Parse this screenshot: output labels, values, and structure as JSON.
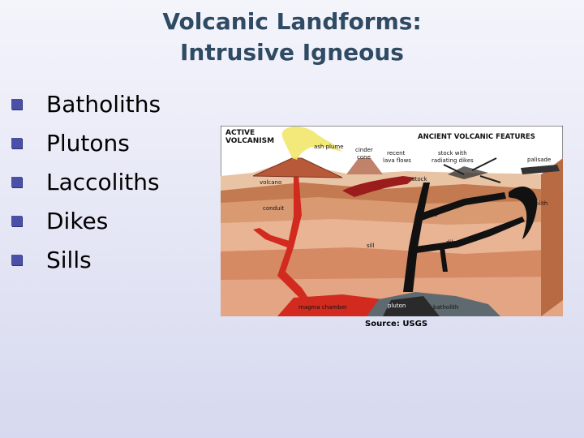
{
  "slide": {
    "title_line1": "Volcanic Landforms:",
    "title_line2": "Intrusive Igneous",
    "bullets": [
      "Batholiths",
      "Plutons",
      "Laccoliths",
      "Dikes",
      "Sills"
    ],
    "source": "Source: USGS"
  },
  "figure": {
    "heading_left_1": "ACTIVE",
    "heading_left_2": "VOLCANISM",
    "heading_right": "ANCIENT VOLCANIC FEATURES",
    "labels": {
      "ash_plume": "ash plume",
      "cinder_cone_1": "cinder",
      "cinder_cone_2": "cone",
      "recent_lava_1": "recent",
      "recent_lava_2": "lava flows",
      "stock_radiating_1": "stock with",
      "stock_radiating_2": "radiating dikes",
      "palisade": "palisade",
      "volcano": "volcano",
      "stock": "stock",
      "conduit": "conduit",
      "laccolith": "laccolith",
      "sill_upper": "sill",
      "sill_lower": "sill",
      "dike": "dike",
      "pluton": "pluton",
      "magma_chamber": "magma chamber",
      "batholith": "batholith"
    }
  }
}
